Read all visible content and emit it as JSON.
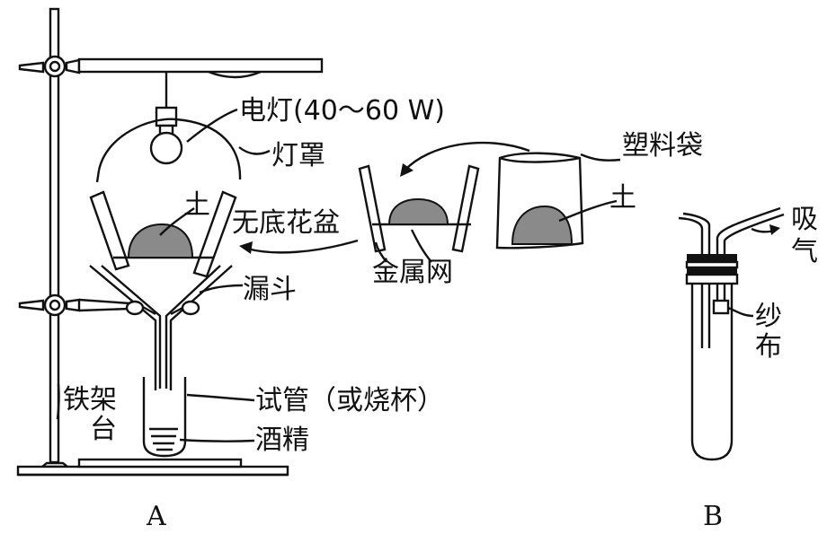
{
  "labels": {
    "lamp": "电灯(40～60 W)",
    "lampshade": "灯罩",
    "soil_a": "土",
    "bottomless_pot": "无底花盆",
    "metal_mesh": "金属网",
    "plastic_bag": "塑料袋",
    "soil_bag": "土",
    "funnel": "漏斗",
    "test_tube": "试管（或烧杯）",
    "alcohol": "酒精",
    "iron_stand_1": "铁架",
    "iron_stand_2": "台",
    "suck_1": "吸",
    "suck_2": "气",
    "gauze_1": "纱",
    "gauze_2": "布",
    "panel_a": "A",
    "panel_b": "B"
  }
}
